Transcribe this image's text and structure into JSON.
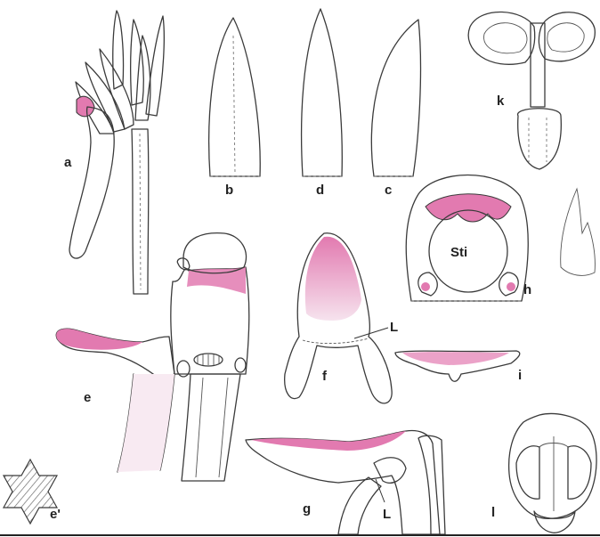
{
  "labels": {
    "a": "a",
    "b": "b",
    "c": "c",
    "d": "d",
    "e": "e",
    "e_prime": "e'",
    "f": "f",
    "g": "g",
    "h": "h",
    "i": "i",
    "k": "k",
    "l": "l",
    "sti": "Sti",
    "L_f": "L",
    "L_g": "L"
  },
  "colors": {
    "pink": "#e27ab0",
    "pale_pink": "#f3dbe8",
    "brown": "#b98f72",
    "line": "#3b3b3b",
    "hatch": "#6b6b6b"
  }
}
